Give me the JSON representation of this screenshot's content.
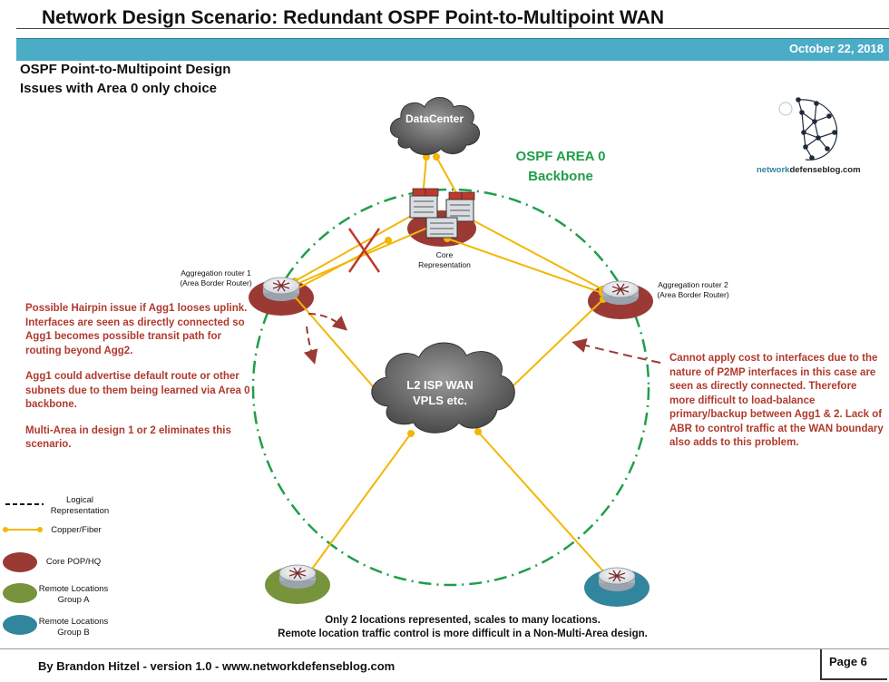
{
  "header": {
    "title": "Network Design Scenario: Redundant OSPF Point-to-Multipoint WAN",
    "date": "October 22, 2018",
    "heading_line1": "OSPF Point-to-Multipoint Design",
    "heading_line2": "Issues with Area 0 only choice"
  },
  "diagram": {
    "datacenter_label": "DataCenter",
    "area_label_line1": "OSPF AREA 0",
    "area_label_line2": "Backbone",
    "core_label_line1": "Core",
    "core_label_line2": "Representation",
    "agg1_label_line1": "Aggregation router 1",
    "agg1_label_line2": "(Area Border Router)",
    "agg2_label_line1": "Aggregation router 2",
    "agg2_label_line2": "(Area Border Router)",
    "wan_label_line1": "L2 ISP WAN",
    "wan_label_line2": "VPLS etc."
  },
  "notes": {
    "left_p1": "Possible Hairpin issue if Agg1 looses uplink. Interfaces are seen as directly connected so Agg1 becomes possible transit path for routing beyond Agg2.",
    "left_p2": "Agg1 could advertise default route or other subnets due to them being learned via Area 0 backbone.",
    "left_p3": "Multi-Area in design 1 or 2 eliminates this scenario.",
    "right": "Cannot apply cost to interfaces due to the nature of P2MP interfaces in this case are seen as directly connected. Therefore more difficult to load-balance primary/backup between Agg1 & 2. Lack of ABR to control traffic at the WAN boundary also adds to this problem.",
    "bottom_line1": "Only 2 locations represented, scales to many locations.",
    "bottom_line2": "Remote location traffic control is more difficult in a Non-Multi-Area design."
  },
  "legend": {
    "logical_line1": "Logical",
    "logical_line2": "Representation",
    "copper": "Copper/Fiber",
    "core_pop": "Core POP/HQ",
    "remote_a_line1": "Remote Locations",
    "remote_a_line2": "Group A",
    "remote_b_line1": "Remote Locations",
    "remote_b_line2": "Group B"
  },
  "logo": {
    "prefix": "network",
    "suffix": "defenseblog.com"
  },
  "footer": {
    "credit": "By Brandon Hitzel - version 1.0 - www.networkdefenseblog.com",
    "page": "Page 6"
  },
  "colors": {
    "teal": "#4bacc6",
    "area_green": "#1f9e4a",
    "note_red": "#b03a2e",
    "link_yellow": "#f2b705",
    "core_pop": "#9b3a35",
    "group_a": "#77933c",
    "group_b": "#31859c"
  }
}
